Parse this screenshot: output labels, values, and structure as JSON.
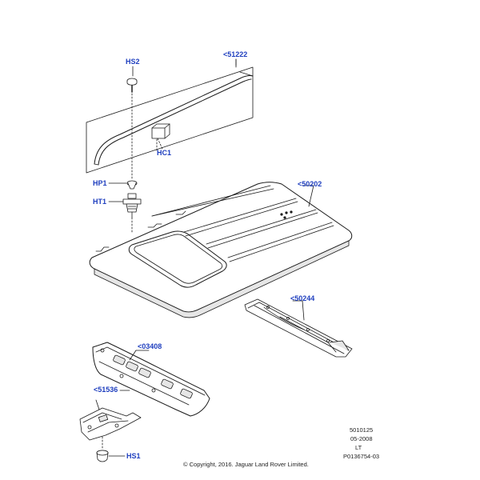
{
  "callouts": {
    "hs2": "HS2",
    "p51222": "<51222",
    "hc1": "HC1",
    "hp1": "HP1",
    "ht1": "HT1",
    "p50202": "<50202",
    "p50244": "<50244",
    "p03408": "<03408",
    "p51536": "<51536",
    "hs1": "HS1"
  },
  "footer": {
    "ref_number": "5010125",
    "date": "05-2008",
    "region": "LT",
    "image_code": "P0136754-03",
    "copyright": "© Copyright, 2016. Jaguar Land Rover Limited."
  },
  "colors": {
    "callout_text": "#1f3fbf",
    "line": "#1a1a1a",
    "part_fill": "#ffffff",
    "shade": "#d9d9d9"
  }
}
